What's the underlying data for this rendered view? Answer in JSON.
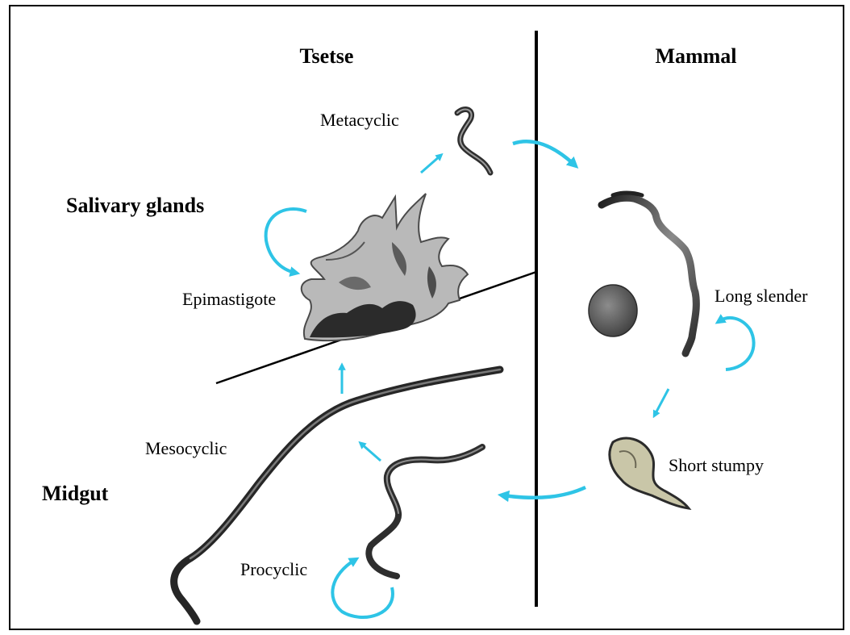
{
  "diagram": {
    "host_labels": {
      "tsetse": "Tsetse",
      "mammal": "Mammal"
    },
    "region_labels": {
      "salivary_glands": "Salivary glands",
      "midgut": "Midgut"
    },
    "stage_labels": {
      "metacyclic": "Metacyclic",
      "epimastigote": "Epimastigote",
      "mesocyclic": "Mesocyclic",
      "procyclic": "Procyclic",
      "long_slender": "Long slender",
      "short_stumpy": "Short stumpy"
    },
    "colors": {
      "arrow": "#2EC4E6",
      "line": "#000000",
      "parasite_dark": "#333333",
      "parasite_mid": "#6e6e6e",
      "stumpy_fill": "#c9c6a8"
    }
  }
}
